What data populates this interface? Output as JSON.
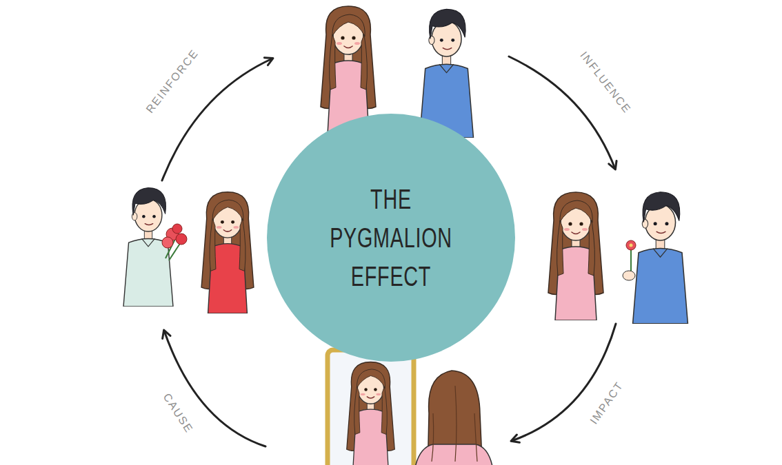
{
  "diagram": {
    "nodes": [
      {
        "text": [
          "THE PYGMALION EFFECT"
        ]
      }
    ],
    "labels": [
      "REINFORCE",
      "INFLUENCE",
      "IMPACT",
      "CAUSE"
    ]
  }
}
